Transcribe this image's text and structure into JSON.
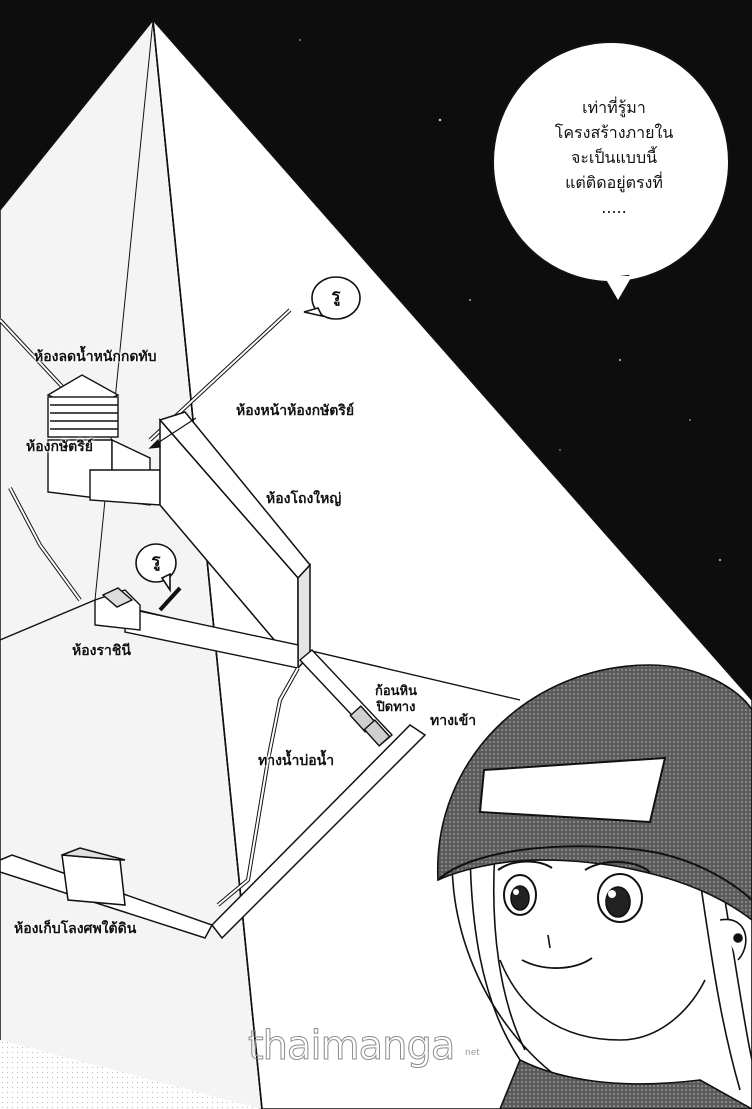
{
  "speech_bubble": {
    "lines": [
      "เท่าที่รู้มา",
      "โครงสร้างภายใน",
      "จะเป็นแบบนี้",
      "แต่ติดอยู่ตรงที่",
      "....."
    ]
  },
  "diagram_labels": {
    "relieving_chamber": "ห้องลดน้ำหนักกดทับ",
    "antechamber": "ห้องหน้าห้องกษัตริย์",
    "kings_chamber": "ห้องกษัตริย์",
    "grand_gallery": "ห้องโถงใหญ่",
    "queens_chamber": "ห้องราชินี",
    "blocking_stones": "ก้อนหินปิดทาง",
    "entrance": "ทางเข้า",
    "well_shaft": "ทางน้ำบ่อน้ำ",
    "subterranean_chamber": "ห้องเก็บโลงศพใต้ดิน"
  },
  "shaft_callouts": {
    "upper": "รู",
    "lower": "รู"
  },
  "watermark": {
    "text": "thaimanga",
    "suffix": "net"
  },
  "colors": {
    "night_sky": "#0d0d0d",
    "pyramid_face_light": "#ffffff",
    "pyramid_face_shade": "#f2f2f2",
    "ink": "#111111",
    "hat": "#6e6e6e"
  }
}
